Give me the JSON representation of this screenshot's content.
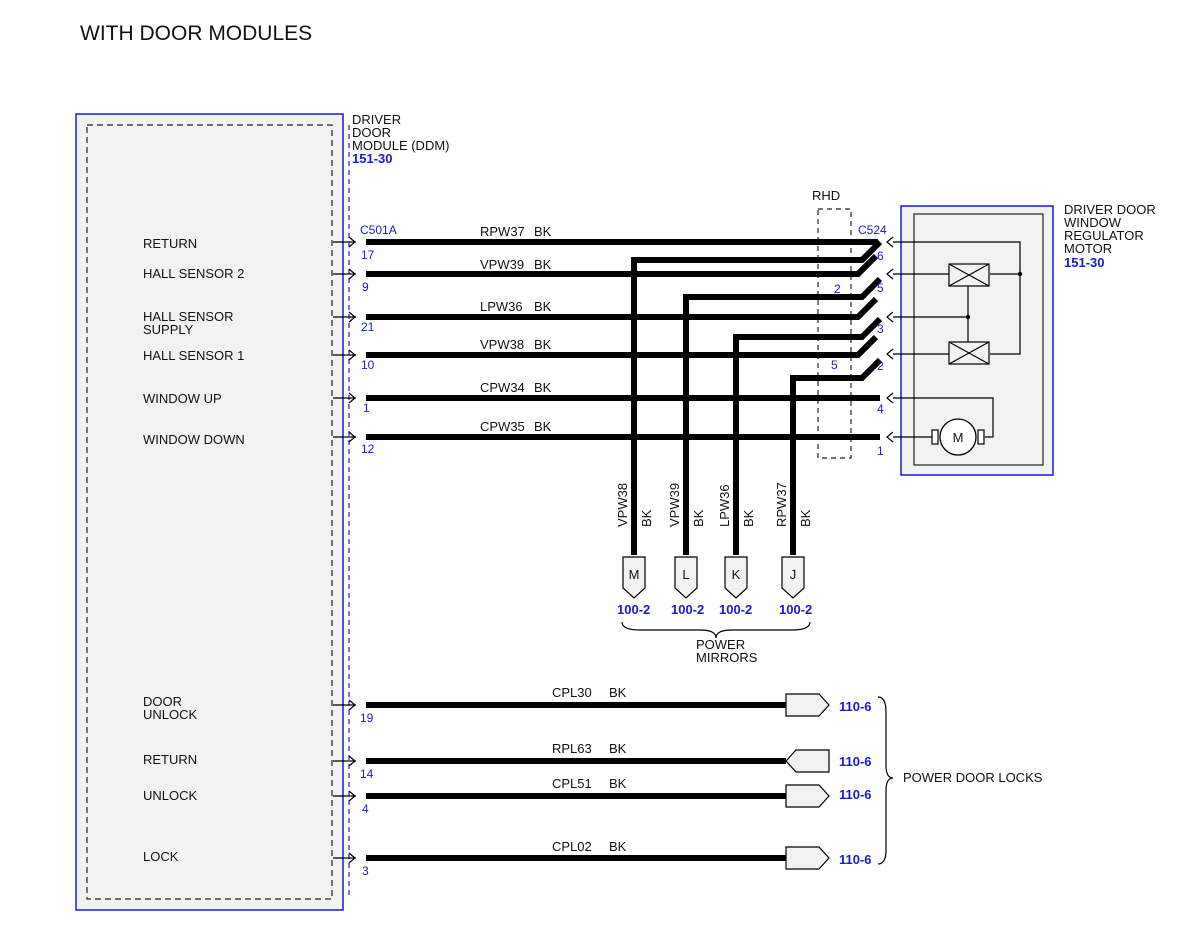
{
  "title": "WITH DOOR MODULES",
  "ddm": {
    "name_lines": [
      "DRIVER",
      "DOOR",
      "MODULE (DDM)"
    ],
    "ref": "151-30",
    "connector": "C501A",
    "pins": [
      {
        "label": [
          "RETURN"
        ],
        "pin": "17"
      },
      {
        "label": [
          "HALL SENSOR 2"
        ],
        "pin": "9"
      },
      {
        "label": [
          "HALL SENSOR",
          "SUPPLY"
        ],
        "pin": "21"
      },
      {
        "label": [
          "HALL SENSOR 1"
        ],
        "pin": "10"
      },
      {
        "label": [
          "WINDOW UP"
        ],
        "pin": "1"
      },
      {
        "label": [
          "WINDOW DOWN"
        ],
        "pin": "12"
      },
      {
        "label": [
          "DOOR",
          "UNLOCK"
        ],
        "pin": "19"
      },
      {
        "label": [
          "RETURN"
        ],
        "pin": "14"
      },
      {
        "label": [
          "UNLOCK"
        ],
        "pin": "4"
      },
      {
        "label": [
          "LOCK"
        ],
        "pin": "3"
      }
    ]
  },
  "motor": {
    "name_lines": [
      "DRIVER DOOR",
      "WINDOW",
      "REGULATOR",
      "MOTOR"
    ],
    "ref": "151-30",
    "connector": "C524",
    "pins": [
      "6",
      "5",
      "3",
      "2",
      "4",
      "1"
    ],
    "symbol": "M"
  },
  "rhd": {
    "label": "RHD",
    "pins": [
      "2",
      "5"
    ]
  },
  "window_wires": [
    {
      "circuit": "RPW37",
      "color": "BK"
    },
    {
      "circuit": "VPW39",
      "color": "BK"
    },
    {
      "circuit": "LPW36",
      "color": "BK"
    },
    {
      "circuit": "VPW38",
      "color": "BK"
    },
    {
      "circuit": "CPW34",
      "color": "BK"
    },
    {
      "circuit": "CPW35",
      "color": "BK"
    }
  ],
  "mirror_branches": [
    {
      "circuit": "VPW38",
      "color": "BK",
      "pin": "M",
      "ref": "100-2"
    },
    {
      "circuit": "VPW39",
      "color": "BK",
      "pin": "L",
      "ref": "100-2"
    },
    {
      "circuit": "LPW36",
      "color": "BK",
      "pin": "K",
      "ref": "100-2"
    },
    {
      "circuit": "RPW37",
      "color": "BK",
      "pin": "J",
      "ref": "100-2"
    }
  ],
  "mirrors_label": [
    "POWER",
    "MIRRORS"
  ],
  "lock_wires": [
    {
      "circuit": "CPL30",
      "color": "BK",
      "ref": "110-6"
    },
    {
      "circuit": "RPL63",
      "color": "BK",
      "ref": "110-6"
    },
    {
      "circuit": "CPL51",
      "color": "BK",
      "ref": "110-6"
    },
    {
      "circuit": "CPL02",
      "color": "BK",
      "ref": "110-6"
    }
  ],
  "locks_label": "POWER DOOR LOCKS",
  "colors": {
    "reference_blue": "#1a1ad6",
    "wire": "#000000",
    "module_fill": "#f2f2f2"
  }
}
